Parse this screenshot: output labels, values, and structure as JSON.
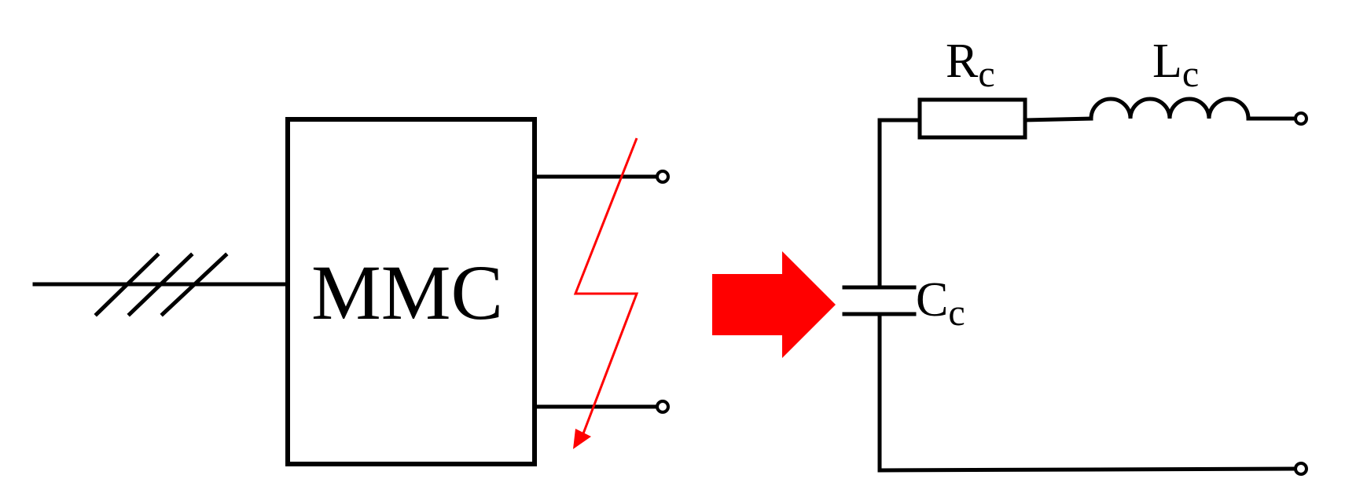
{
  "converter": {
    "label": "MMC"
  },
  "equivalent": {
    "resistor": {
      "symbol": "R",
      "subscript": "c"
    },
    "inductor": {
      "symbol": "L",
      "subscript": "c"
    },
    "capacitor": {
      "symbol": "C",
      "subscript": "c"
    }
  },
  "colors": {
    "line": "#000000",
    "fault": "#ff0000",
    "arrow": "#ff0000",
    "background": "#ffffff"
  },
  "icons": {
    "three_phase": "triple-slash-icon",
    "fault": "lightning-bolt-icon",
    "transform": "right-arrow-icon"
  }
}
